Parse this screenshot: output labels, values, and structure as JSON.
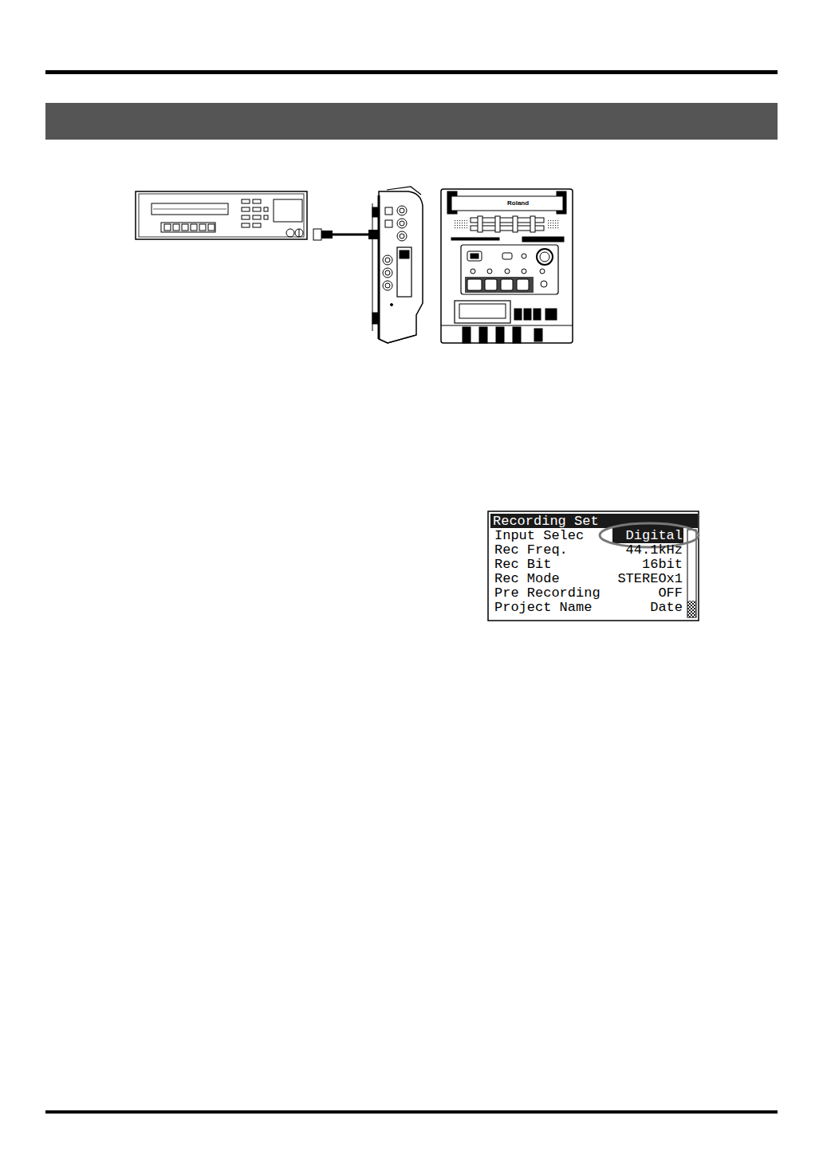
{
  "diagram": {
    "labels": [
      "Roland",
      "Recording Set",
      "Input Selec",
      "Digital",
      "Rec Freq.",
      "44.1kHz",
      "Rec Bit",
      "16bit",
      "Rec Mode",
      "STEREOx1",
      "Pre Recording",
      "OFF",
      "Project Name",
      "Date"
    ]
  }
}
